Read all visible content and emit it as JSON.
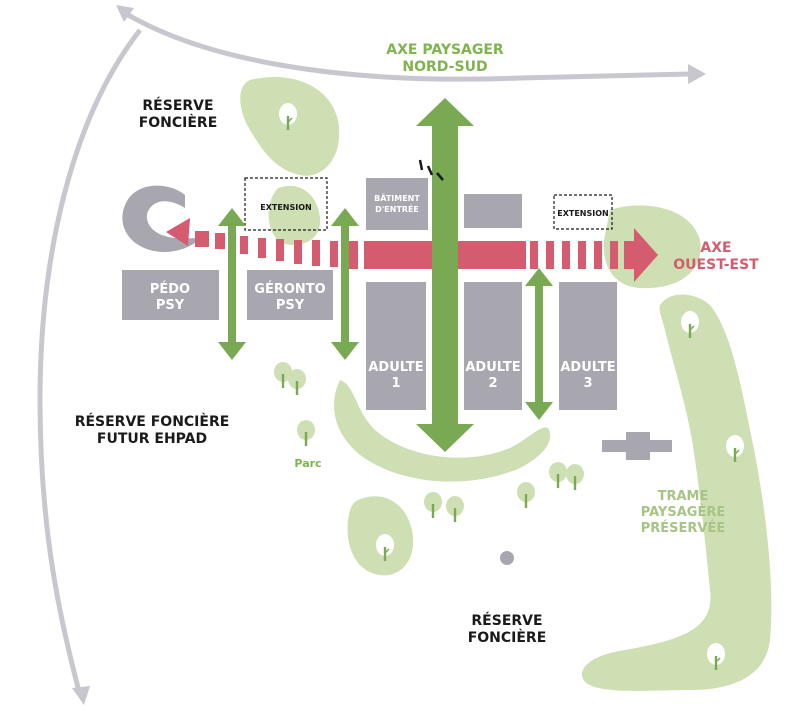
{
  "colors": {
    "green_axis": "#79a953",
    "green_label": "#7fb34f",
    "park_light": "#cfdfb4",
    "building_gray": "#a8a7b0",
    "red_axis": "#d45c6e",
    "path_gray": "#c8c7d0",
    "text_dark": "#1a1a1a"
  },
  "labels": {
    "axe_nord_sud_1": "AXE PAYSAGER",
    "axe_nord_sud_2": "NORD-SUD",
    "axe_ouest_est_1": "AXE",
    "axe_ouest_est_2": "OUEST-EST",
    "reserve_nw_1": "RÉSERVE",
    "reserve_nw_2": "FONCIÈRE",
    "reserve_w_1": "RÉSERVE FONCIÈRE",
    "reserve_w_2": "FUTUR EHPAD",
    "reserve_s_1": "RÉSERVE",
    "reserve_s_2": "FONCIÈRE",
    "trame_1": "TRAME",
    "trame_2": "PAYSAGÈRE",
    "trame_3": "PRÉSERVÉE",
    "parc": "Parc",
    "extension_left": "EXTENSION",
    "extension_right": "EXTENSION"
  },
  "buildings": {
    "pedo_1": "PÉDO",
    "pedo_2": "PSY",
    "geronto_1": "GÉRONTO",
    "geronto_2": "PSY",
    "entree_1": "BÂTIMENT",
    "entree_2": "D'ENTRÉE",
    "adulte1_1": "ADULTE",
    "adulte1_2": "1",
    "adulte2_1": "ADULTE",
    "adulte2_2": "2",
    "adulte3_1": "ADULTE",
    "adulte3_2": "3"
  }
}
